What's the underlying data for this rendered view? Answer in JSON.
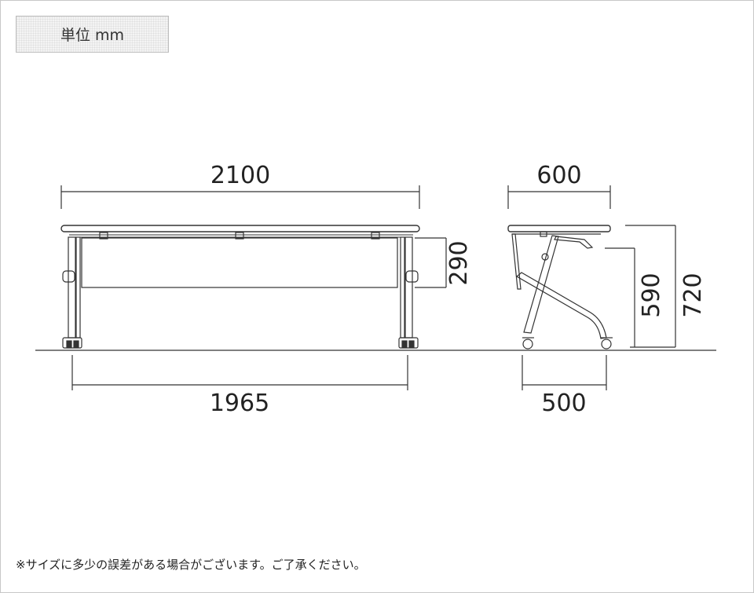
{
  "unit_label": "単位 mm",
  "dimensions": {
    "top_width": "2100",
    "base_width": "1965",
    "panel_height": "290",
    "side_depth": "600",
    "side_base_depth": "500",
    "modesty_height": "590",
    "total_height": "720"
  },
  "note": "※サイズに多少の誤差がある場合がございます。ご了承ください。",
  "colors": {
    "line": "#333333",
    "frame": "#c8c8c8",
    "unit_bg": "#f4f4f4"
  }
}
